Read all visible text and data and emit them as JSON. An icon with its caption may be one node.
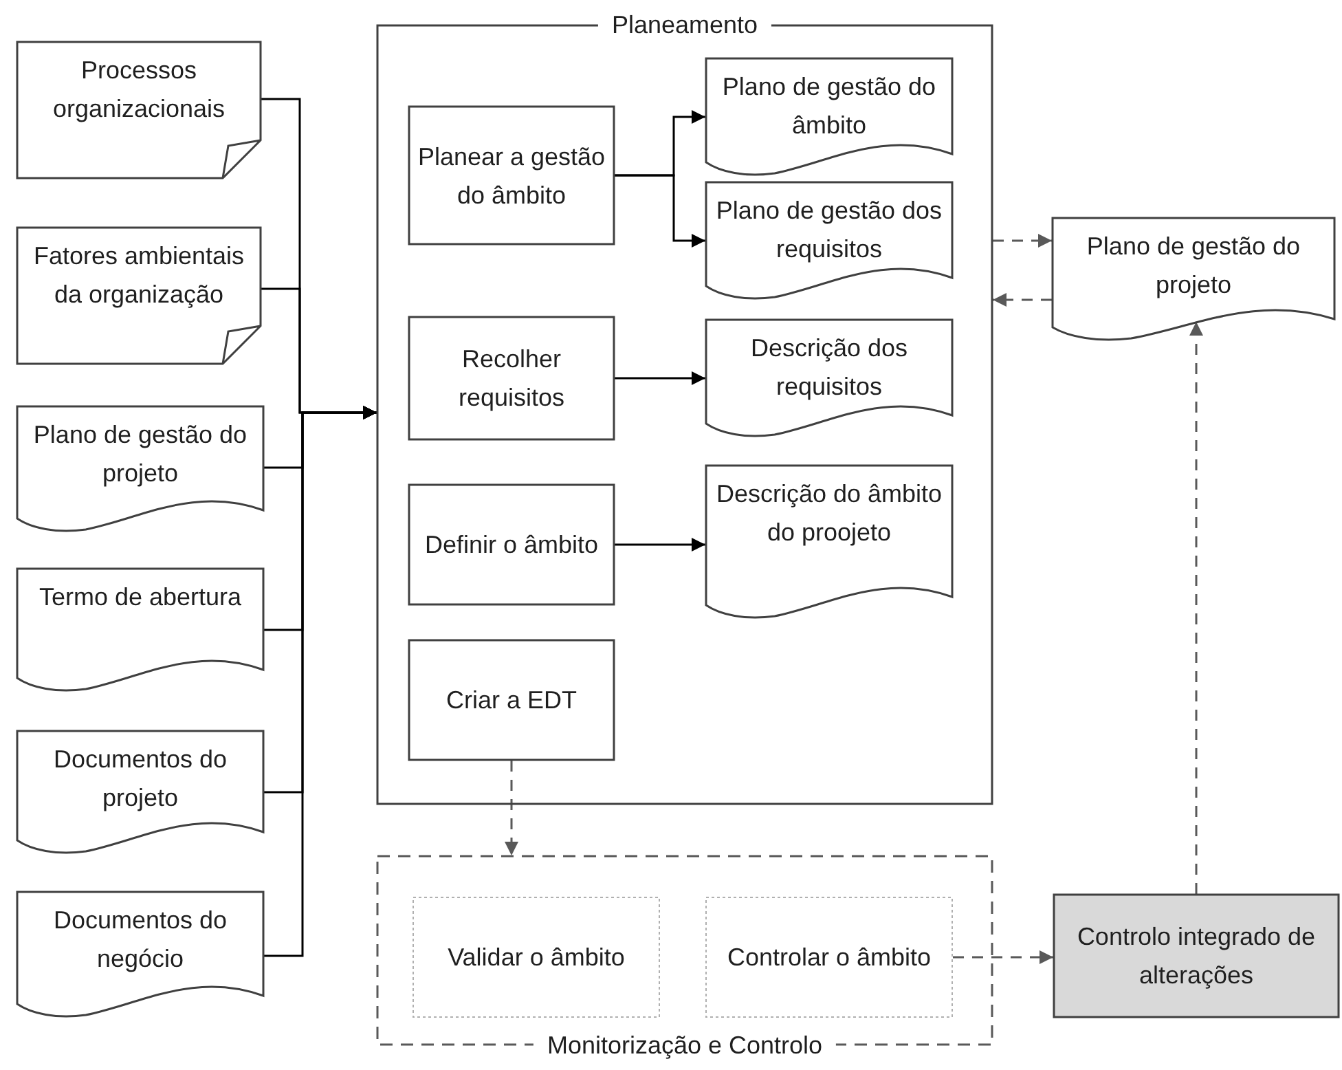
{
  "diagram": {
    "nodes": [
      {
        "text": [
          "Processos organizacionais"
        ]
      },
      {
        "text": [
          "Fatores ambientais da organização"
        ]
      },
      {
        "text": [
          "Plano de gestão do projeto"
        ]
      },
      {
        "text": [
          "Termo de abertura"
        ]
      },
      {
        "text": [
          "Documentos do projeto"
        ]
      },
      {
        "text": [
          "Documentos do negócio"
        ]
      },
      {
        "text": [
          "Planeamento"
        ]
      },
      {
        "text": [
          "Planear a gestão do âmbito"
        ],
        "in": 6
      },
      {
        "text": [
          "Plano de gestão do âmbito"
        ],
        "in": 6
      },
      {
        "text": [
          "Plano de gestão dos requisitos"
        ],
        "in": 6
      },
      {
        "text": [
          "Recolher requisitos"
        ],
        "in": 6
      },
      {
        "text": [
          "Descrição dos requisitos"
        ],
        "in": 6
      },
      {
        "text": [
          "Definir o âmbito"
        ],
        "in": 6
      },
      {
        "text": [
          "Descrição do âmbito do proojeto"
        ],
        "in": 6
      },
      {
        "text": [
          "Criar a EDT"
        ],
        "in": 6
      },
      {
        "text": [
          "Monitorização e Controlo"
        ]
      },
      {
        "text": [
          "Validar o âmbito"
        ],
        "in": 15
      },
      {
        "text": [
          "Controlar o âmbito"
        ],
        "in": 15
      },
      {
        "text": [
          "Plano de gestão do projeto"
        ]
      },
      {
        "text": [
          "Controlo integrado de alterações"
        ]
      }
    ],
    "edges": [
      {
        "from": 0,
        "to": 6,
        "arrow": "to"
      },
      {
        "from": 1,
        "to": 6,
        "arrow": "to"
      },
      {
        "from": 2,
        "to": 6,
        "arrow": "to"
      },
      {
        "from": 3,
        "to": 6,
        "arrow": "to"
      },
      {
        "from": 4,
        "to": 6,
        "arrow": "to"
      },
      {
        "from": 5,
        "to": 6,
        "arrow": "to"
      },
      {
        "from": 7,
        "to": 8,
        "arrow": "to"
      },
      {
        "from": 7,
        "to": 9,
        "arrow": "to"
      },
      {
        "from": 10,
        "to": 11,
        "arrow": "to"
      },
      {
        "from": 12,
        "to": 13,
        "arrow": "to"
      },
      {
        "from": 14,
        "to": 15,
        "arrow": "to",
        "style": "dashed",
        "color": "#595959"
      },
      {
        "from": 6,
        "to": 18,
        "arrow": "to",
        "style": "dashed",
        "color": "#595959"
      },
      {
        "from": 18,
        "to": 6,
        "arrow": "to",
        "style": "dashed",
        "color": "#595959"
      },
      {
        "from": 17,
        "to": 19,
        "arrow": "to",
        "style": "dashed",
        "color": "#595959"
      },
      {
        "from": 19,
        "to": 18,
        "arrow": "to",
        "style": "dashed",
        "color": "#595959"
      }
    ]
  }
}
